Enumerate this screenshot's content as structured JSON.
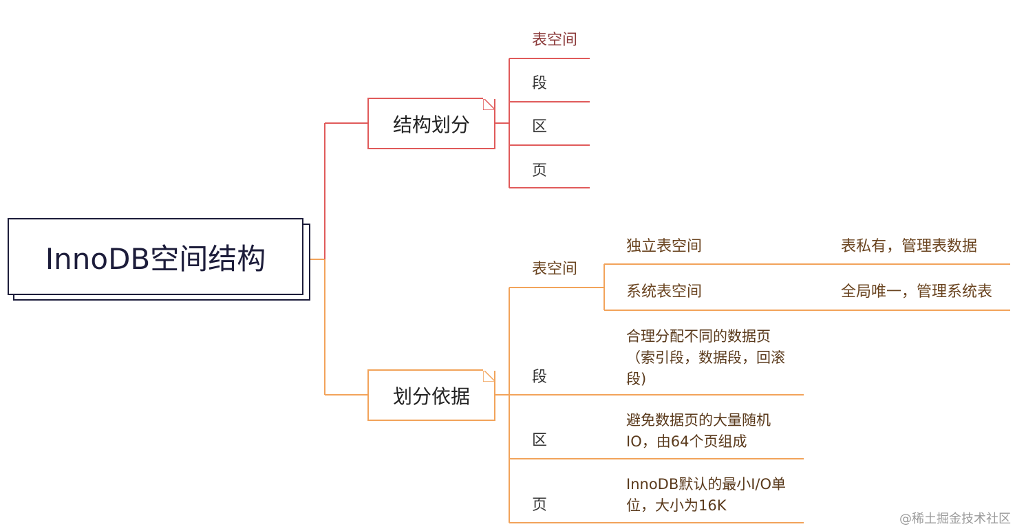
{
  "root": {
    "label": "InnoDB空间结构"
  },
  "branches": [
    {
      "label": "结构划分",
      "color": "#e05a5a",
      "items": [
        {
          "label": "表空间"
        },
        {
          "label": "段"
        },
        {
          "label": "区"
        },
        {
          "label": "页"
        }
      ]
    },
    {
      "label": "划分依据",
      "color": "#f2a35a",
      "items": [
        {
          "label": "表空间",
          "children": [
            {
              "label": "独立表空间",
              "note": "表私有，管理表数据"
            },
            {
              "label": "系统表空间",
              "note": "全局唯一，管理系统表"
            }
          ]
        },
        {
          "label": "段",
          "note": "合理分配不同的数据页（索引段，数据段，回滚段)"
        },
        {
          "label": "区",
          "note": "避免数据页的大量随机IO，由64个页组成"
        },
        {
          "label": "页",
          "note": "InnoDB默认的最小I/O单位，大小为16K"
        }
      ]
    }
  ],
  "watermark": "@稀土掘金技术社区"
}
